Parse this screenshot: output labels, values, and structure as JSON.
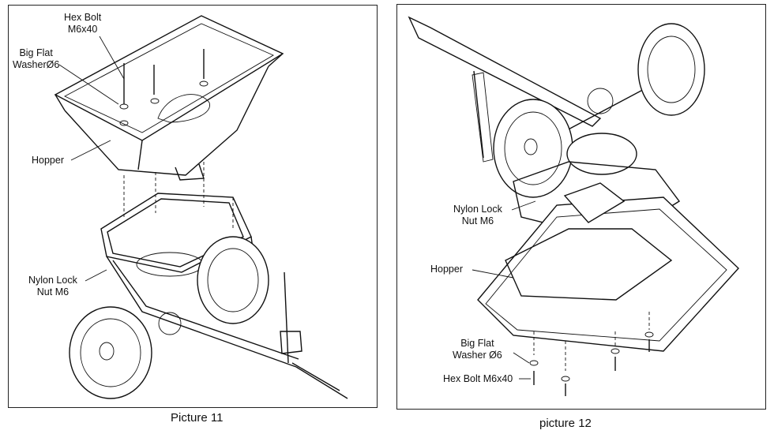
{
  "picture11": {
    "caption": "Picture 11",
    "labels": {
      "hex_bolt_line1": "Hex Bolt",
      "hex_bolt_line2": "M6x40",
      "washer_line1": "Big Flat",
      "washer_line2": "WasherØ6",
      "hopper": "Hopper",
      "nut_line1": "Nylon Lock",
      "nut_line2": "Nut M6"
    }
  },
  "picture12": {
    "caption": "picture 12",
    "labels": {
      "nut_line1": "Nylon Lock",
      "nut_line2": "Nut M6",
      "hopper": "Hopper",
      "washer_line1": "Big Flat",
      "washer_line2": "Washer Ø6",
      "hex_bolt": "Hex Bolt M6x40"
    }
  }
}
